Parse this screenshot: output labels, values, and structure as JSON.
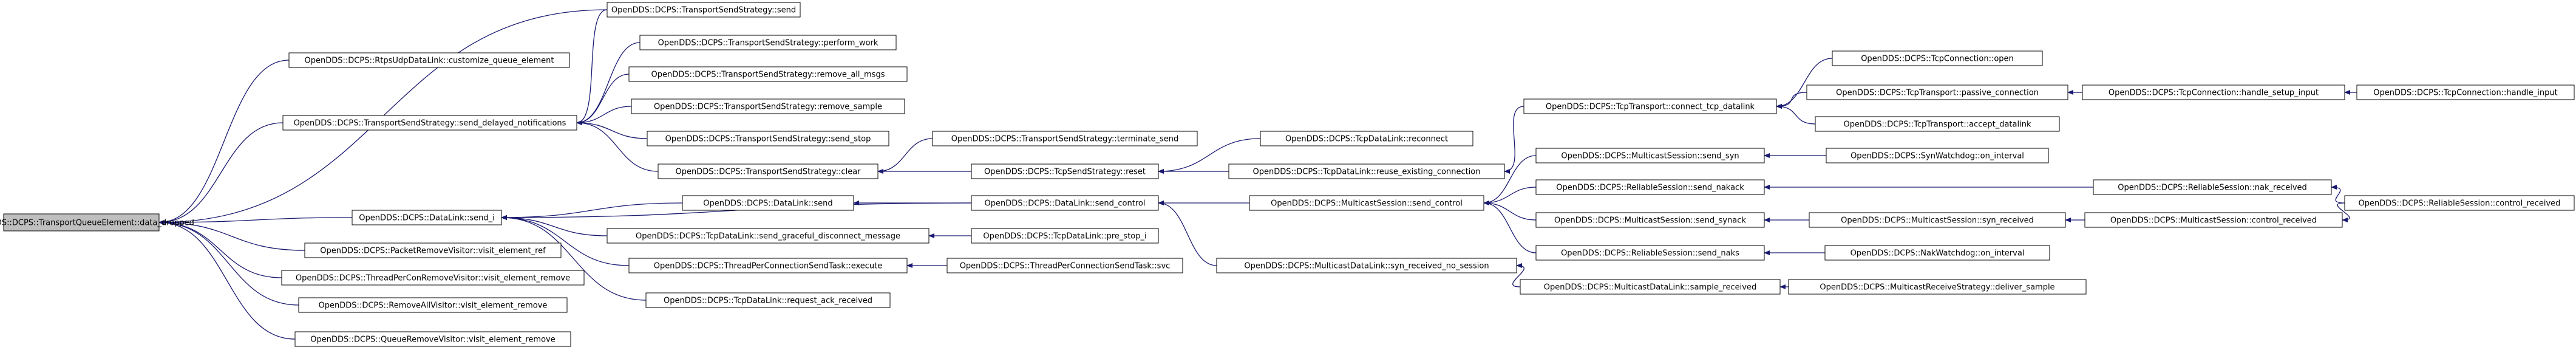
{
  "graph": {
    "colors": {
      "background": "#ffffff",
      "node_fill": "#ffffff",
      "node_stroke": "#000000",
      "root_fill": "#bfbfbf",
      "edge": "#191970",
      "text": "#000000"
    },
    "nodes": [
      {
        "id": "n0",
        "label": "OpenDDS::DCPS::TransportQueueElement::data_dropped"
      },
      {
        "id": "n1",
        "label": "OpenDDS::DCPS::RtpsUdpDataLink::customize_queue_element"
      },
      {
        "id": "n2",
        "label": "OpenDDS::DCPS::TransportSendStrategy::send_delayed_notifications"
      },
      {
        "id": "n3",
        "label": "OpenDDS::DCPS::DataLink::send_i"
      },
      {
        "id": "n4",
        "label": "OpenDDS::DCPS::PacketRemoveVisitor::visit_element_ref"
      },
      {
        "id": "n5",
        "label": "OpenDDS::DCPS::ThreadPerConRemoveVisitor::visit_element_remove"
      },
      {
        "id": "n6",
        "label": "OpenDDS::DCPS::RemoveAllVisitor::visit_element_remove"
      },
      {
        "id": "n7",
        "label": "OpenDDS::DCPS::QueueRemoveVisitor::visit_element_remove"
      },
      {
        "id": "n8",
        "label": "OpenDDS::DCPS::TransportSendStrategy::send"
      },
      {
        "id": "n9",
        "label": "OpenDDS::DCPS::TransportSendStrategy::perform_work"
      },
      {
        "id": "n10",
        "label": "OpenDDS::DCPS::TransportSendStrategy::remove_all_msgs"
      },
      {
        "id": "n11",
        "label": "OpenDDS::DCPS::TransportSendStrategy::remove_sample"
      },
      {
        "id": "n12",
        "label": "OpenDDS::DCPS::TransportSendStrategy::send_stop"
      },
      {
        "id": "n13",
        "label": "OpenDDS::DCPS::TransportSendStrategy::clear"
      },
      {
        "id": "n14",
        "label": "OpenDDS::DCPS::DataLink::send"
      },
      {
        "id": "n15",
        "label": "OpenDDS::DCPS::TcpDataLink::send_graceful_disconnect_message"
      },
      {
        "id": "n16",
        "label": "OpenDDS::DCPS::ThreadPerConnectionSendTask::execute"
      },
      {
        "id": "n17",
        "label": "OpenDDS::DCPS::TcpDataLink::request_ack_received"
      },
      {
        "id": "n18",
        "label": "OpenDDS::DCPS::TransportSendStrategy::terminate_send"
      },
      {
        "id": "n19",
        "label": "OpenDDS::DCPS::TcpSendStrategy::reset"
      },
      {
        "id": "n20",
        "label": "OpenDDS::DCPS::DataLink::send_control"
      },
      {
        "id": "n21",
        "label": "OpenDDS::DCPS::TcpDataLink::pre_stop_i"
      },
      {
        "id": "n22",
        "label": "OpenDDS::DCPS::ThreadPerConnectionSendTask::svc"
      },
      {
        "id": "n23",
        "label": "OpenDDS::DCPS::TcpDataLink::reconnect"
      },
      {
        "id": "n24",
        "label": "OpenDDS::DCPS::TcpDataLink::reuse_existing_connection"
      },
      {
        "id": "n25",
        "label": "OpenDDS::DCPS::MulticastSession::send_control"
      },
      {
        "id": "n26",
        "label": "OpenDDS::DCPS::MulticastDataLink::syn_received_no_session"
      },
      {
        "id": "n27",
        "label": "OpenDDS::DCPS::TcpTransport::connect_tcp_datalink"
      },
      {
        "id": "n28",
        "label": "OpenDDS::DCPS::MulticastSession::send_syn"
      },
      {
        "id": "n29",
        "label": "OpenDDS::DCPS::ReliableSession::send_nakack"
      },
      {
        "id": "n30",
        "label": "OpenDDS::DCPS::MulticastSession::send_synack"
      },
      {
        "id": "n31",
        "label": "OpenDDS::DCPS::ReliableSession::send_naks"
      },
      {
        "id": "n32",
        "label": "OpenDDS::DCPS::MulticastDataLink::sample_received"
      },
      {
        "id": "n33",
        "label": "OpenDDS::DCPS::TcpConnection::open"
      },
      {
        "id": "n34",
        "label": "OpenDDS::DCPS::TcpTransport::passive_connection"
      },
      {
        "id": "n35",
        "label": "OpenDDS::DCPS::TcpTransport::accept_datalink"
      },
      {
        "id": "n36",
        "label": "OpenDDS::DCPS::SynWatchdog::on_interval"
      },
      {
        "id": "n37",
        "label": "OpenDDS::DCPS::ReliableSession::nak_received"
      },
      {
        "id": "n38",
        "label": "OpenDDS::DCPS::MulticastSession::syn_received"
      },
      {
        "id": "n39",
        "label": "OpenDDS::DCPS::NakWatchdog::on_interval"
      },
      {
        "id": "n40",
        "label": "OpenDDS::DCPS::MulticastReceiveStrategy::deliver_sample"
      },
      {
        "id": "n41",
        "label": "OpenDDS::DCPS::TcpConnection::handle_setup_input"
      },
      {
        "id": "n42",
        "label": "OpenDDS::DCPS::MulticastSession::control_received"
      },
      {
        "id": "n43",
        "label": "OpenDDS::DCPS::TcpConnection::handle_input"
      },
      {
        "id": "n44",
        "label": "OpenDDS::DCPS::ReliableSession::control_received"
      }
    ],
    "edges": [
      [
        "n0",
        "n1"
      ],
      [
        "n0",
        "n2"
      ],
      [
        "n0",
        "n3"
      ],
      [
        "n0",
        "n4"
      ],
      [
        "n0",
        "n5"
      ],
      [
        "n0",
        "n6"
      ],
      [
        "n0",
        "n7"
      ],
      [
        "n0",
        "n8"
      ],
      [
        "n2",
        "n8"
      ],
      [
        "n2",
        "n9"
      ],
      [
        "n2",
        "n10"
      ],
      [
        "n2",
        "n11"
      ],
      [
        "n2",
        "n12"
      ],
      [
        "n2",
        "n13"
      ],
      [
        "n3",
        "n14"
      ],
      [
        "n3",
        "n15"
      ],
      [
        "n3",
        "n16"
      ],
      [
        "n3",
        "n17"
      ],
      [
        "n3",
        "n20"
      ],
      [
        "n13",
        "n18"
      ],
      [
        "n13",
        "n19"
      ],
      [
        "n14",
        "n20"
      ],
      [
        "n15",
        "n21"
      ],
      [
        "n16",
        "n22"
      ],
      [
        "n19",
        "n23"
      ],
      [
        "n19",
        "n24"
      ],
      [
        "n20",
        "n25"
      ],
      [
        "n20",
        "n26"
      ],
      [
        "n24",
        "n27"
      ],
      [
        "n25",
        "n28"
      ],
      [
        "n25",
        "n29"
      ],
      [
        "n25",
        "n30"
      ],
      [
        "n25",
        "n31"
      ],
      [
        "n26",
        "n32"
      ],
      [
        "n27",
        "n33"
      ],
      [
        "n27",
        "n34"
      ],
      [
        "n27",
        "n35"
      ],
      [
        "n28",
        "n36"
      ],
      [
        "n29",
        "n37"
      ],
      [
        "n30",
        "n38"
      ],
      [
        "n31",
        "n39"
      ],
      [
        "n32",
        "n40"
      ],
      [
        "n34",
        "n41"
      ],
      [
        "n37",
        "n44"
      ],
      [
        "n38",
        "n42"
      ],
      [
        "n41",
        "n43"
      ],
      [
        "n42",
        "n44"
      ]
    ]
  }
}
